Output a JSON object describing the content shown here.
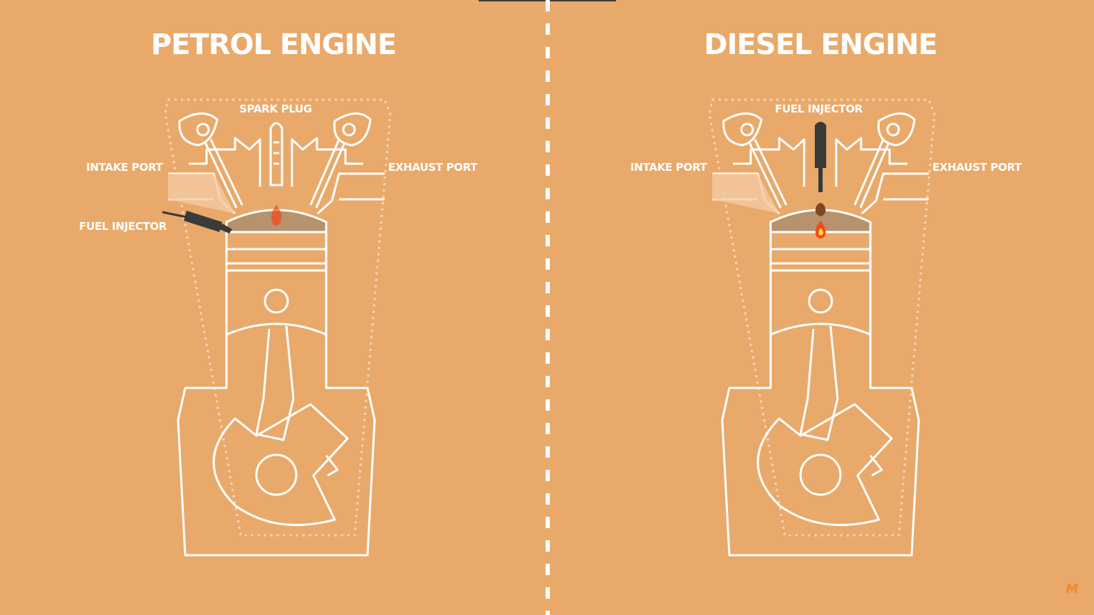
{
  "petrol": {
    "title": "PETROL ENGINE",
    "labels": {
      "spark_plug": "SPARK PLUG",
      "intake_port": "INTAKE PORT",
      "exhaust_port": "EXHAUST PORT",
      "fuel_injector": "FUEL INJECTOR"
    }
  },
  "diesel": {
    "title": "DIESEL ENGINE",
    "labels": {
      "fuel_injector": "FUEL INJECTOR",
      "intake_port": "INTAKE PORT",
      "exhaust_port": "EXHAUST PORT"
    }
  },
  "logo": {
    "text": "M"
  },
  "colors": {
    "background": "#e9a96a",
    "line": "#ffffff",
    "chamber": "#b8916d",
    "injector": "#3a3a3a",
    "flame": "#f04a1a"
  }
}
